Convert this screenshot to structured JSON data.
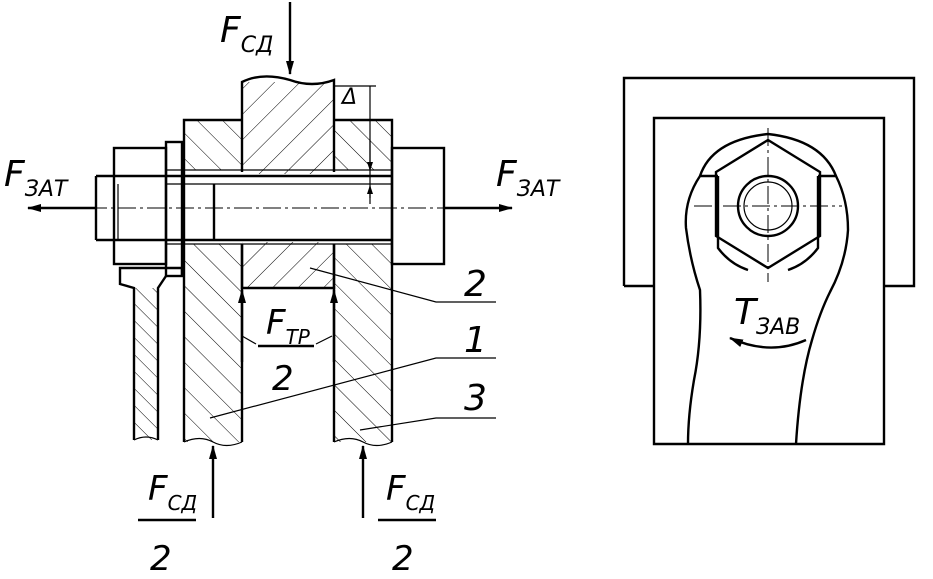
{
  "labels": {
    "f_sd_top": {
      "main": "F",
      "sub": "СД"
    },
    "f_zat_left": {
      "main": "F",
      "sub": "ЗАТ"
    },
    "f_zat_right": {
      "main": "F",
      "sub": "ЗАТ"
    },
    "delta": "Δ",
    "f_tr_half": {
      "main": "F",
      "sub": "ТР",
      "den": "2"
    },
    "f_sd_half_left": {
      "main": "F",
      "sub": "СД",
      "den": "2"
    },
    "f_sd_half_right": {
      "main": "F",
      "sub": "СД",
      "den": "2"
    },
    "part_2": "2",
    "part_1": "1",
    "part_3": "3",
    "t_zav": {
      "main": "T",
      "sub": "ЗАВ"
    }
  }
}
